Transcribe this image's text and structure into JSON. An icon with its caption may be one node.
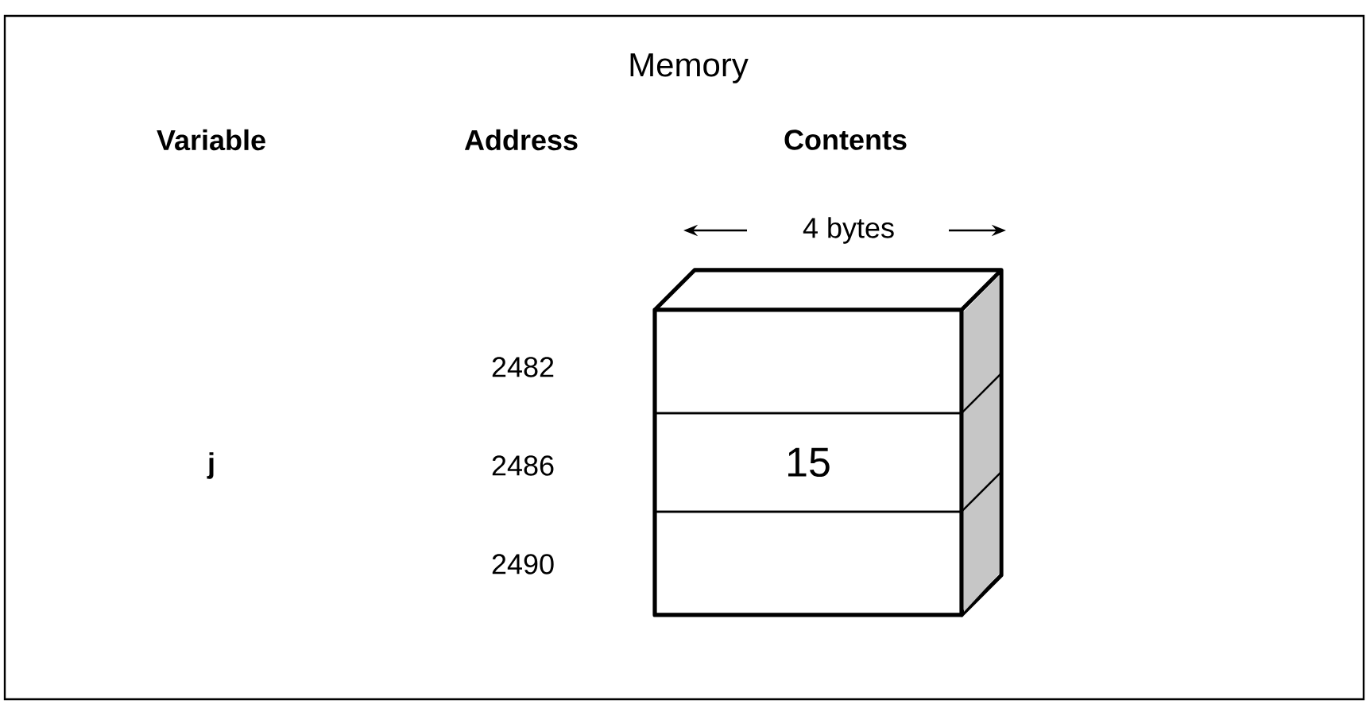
{
  "diagram": {
    "title": "Memory",
    "nodes": [
      {
        "text": [],
        "shape": "box"
      },
      {
        "text": [
          "15"
        ]
      },
      {
        "text": [],
        "shape": "box"
      }
    ],
    "edges": [],
    "labels": [
      "Variable",
      "Address",
      "Contents",
      "4 bytes",
      "2482",
      "j",
      "2486",
      "2490"
    ]
  }
}
